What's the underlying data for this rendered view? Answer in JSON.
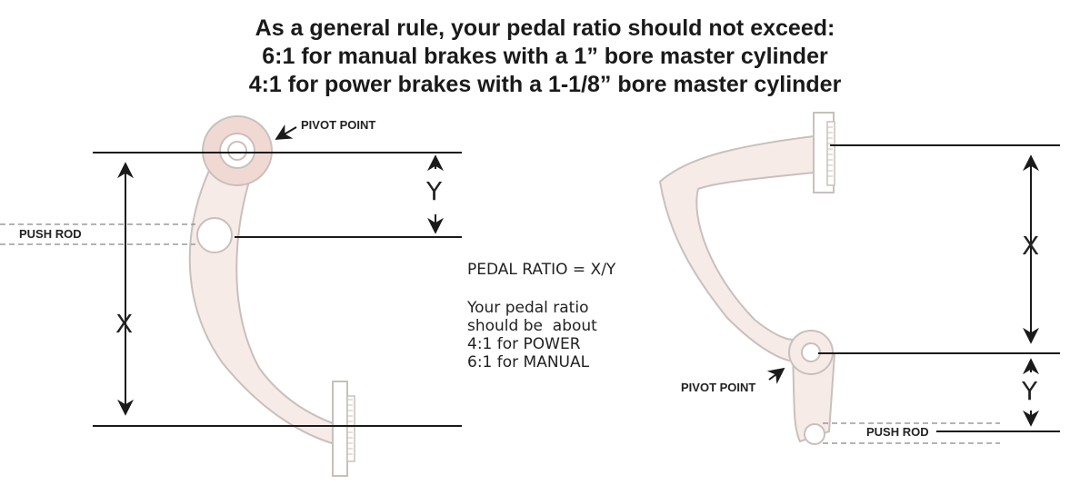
{
  "title": {
    "line1": "As a general rule, your pedal ratio should not exceed:",
    "line2": "6:1 for manual brakes with a 1” bore master cylinder",
    "line3": "4:1 for power brakes with a 1-1/8” bore master cylinder"
  },
  "left_diagram": {
    "pivot_label": "PIVOT POINT",
    "pushrod_label": "PUSH ROD",
    "x_label": "X",
    "y_label": "Y"
  },
  "right_diagram": {
    "pivot_label": "PIVOT POINT",
    "pushrod_label": "PUSH ROD",
    "x_label": "X",
    "y_label": "Y"
  },
  "ratio": {
    "formula": "PEDAL RATIO = X/Y",
    "line1": "Your pedal ratio",
    "line2": "should be  about",
    "line3": "4:1 for POWER",
    "line4": "6:1 for MANUAL"
  },
  "colors": {
    "pedal_fill": "#f7ebe8",
    "pedal_stroke": "#c8c0bd",
    "pivot_fill": "#f1d9d3",
    "line": "#1a1a1a"
  }
}
